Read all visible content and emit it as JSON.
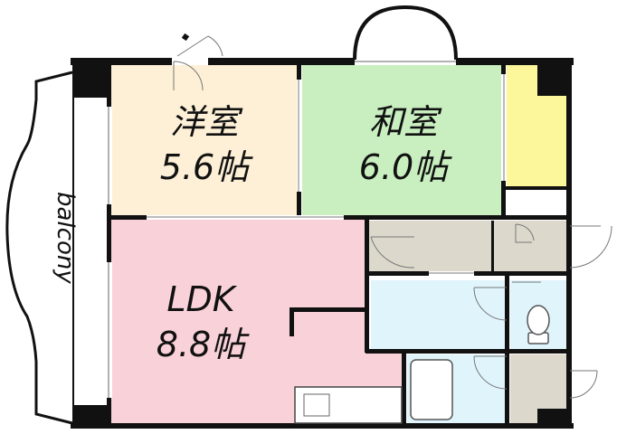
{
  "colors": {
    "western_room": "#fdf0d6",
    "japanese_room": "#c9efc0",
    "ldk": "#f8d2d8",
    "closet": "#fbf79a",
    "storage": "#ddd8cc",
    "wet_area": "#dff4fb",
    "wall": "#111111"
  },
  "rooms": {
    "western": {
      "name": "洋室",
      "size": "5.6帖"
    },
    "japanese": {
      "name": "和室",
      "size": "6.0帖"
    },
    "ldk": {
      "name": "LDK",
      "size": "8.8帖"
    }
  },
  "balcony_label": "balcony"
}
